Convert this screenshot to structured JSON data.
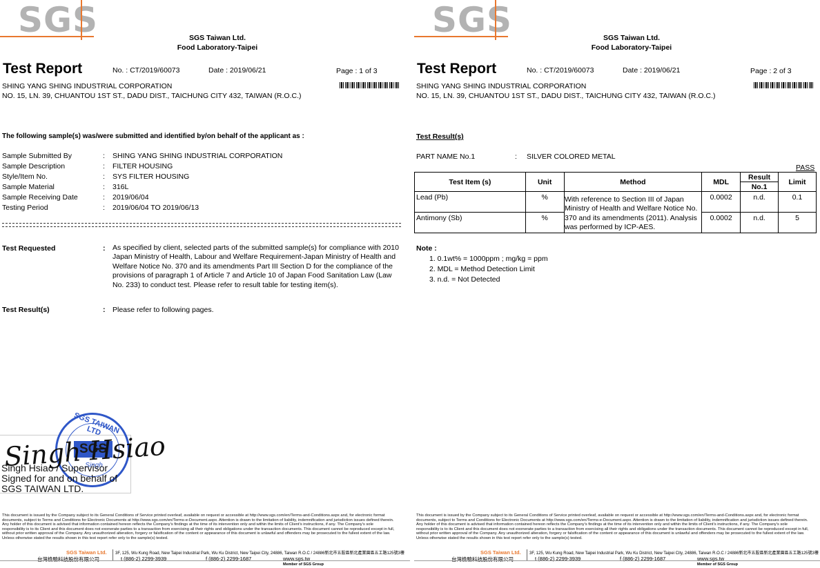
{
  "pages": [
    {
      "company": "SGS Taiwan Ltd.",
      "lab": "Food Laboratory-Taipei",
      "title": "Test Report",
      "report_no": "No. : CT/2019/60073",
      "date": "Date : 2019/06/21",
      "page": "Page : 1 of 3",
      "client": "SHING YANG SHING INDUSTRIAL CORPORATION",
      "address": "NO. 15, LN. 39, CHUANTOU 1ST ST., DADU DIST., TAICHUNG CITY 432, TAIWAN (R.O.C.)",
      "logo": "SGS"
    },
    {
      "company": "SGS Taiwan Ltd.",
      "lab": "Food Laboratory-Taipei",
      "title": "Test Report",
      "report_no": "No. : CT/2019/60073",
      "date": "Date : 2019/06/21",
      "page": "Page : 2 of 3",
      "client": "SHING YANG SHING INDUSTRIAL CORPORATION",
      "address": "NO. 15, LN. 39, CHUANTOU 1ST ST., DADU DIST., TAICHUNG CITY 432, TAIWAN (R.O.C.)",
      "logo": "SGS"
    }
  ],
  "page1": {
    "intro": "The following sample(s) was/were submitted and identified by/on behalf of the applicant as :",
    "info": [
      {
        "label": "Sample Submitted By",
        "value": "SHING YANG SHING INDUSTRIAL CORPORATION"
      },
      {
        "label": "Sample Description",
        "value": "FILTER HOUSING"
      },
      {
        "label": "Style/Item No.",
        "value": "SYS FILTER HOUSING"
      },
      {
        "label": "Sample Material",
        "value": "316L"
      },
      {
        "label": "Sample Receiving Date",
        "value": "2019/06/04"
      },
      {
        "label": "Testing Period",
        "value": "2019/06/04 TO 2019/06/13"
      }
    ],
    "colon": ":",
    "equals": "==================================================================================================",
    "test_requested_label": "Test Requested",
    "test_requested_text": "As specified by client, selected parts of the submitted sample(s) for compliance with 2010 Japan Ministry of Health, Labour and Welfare Requirement-Japan Ministry of Health and Welfare Notice No. 370 and its amendments Part III Section D for the compliance of the provisions of paragraph 1 of Article 7 and Article 10 of Japan Food Sanitation Law (Law No. 233) to conduct test. Please refer to result table for testing item(s).",
    "test_result_label": "Test Result(s)",
    "test_result_text": "Please refer to following pages.",
    "signature": {
      "scrawl": "Singh Hsiao",
      "line1": "Singh Hsiao / Supervisor",
      "line2": "Signed for and on behalf of",
      "line3": "SGS TAIWAN LTD.",
      "stamp_top": "SGS TAIWAN LTD",
      "stamp_center": "SGS",
      "stamp_sub": "Singh"
    }
  },
  "page2": {
    "title": "Test Result(s)",
    "part_label": "PART NAME No.1",
    "part_value": "SILVER COLORED METAL",
    "pass": "PASS",
    "headers": {
      "item": "Test Item (s)",
      "unit": "Unit",
      "method": "Method",
      "mdl": "MDL",
      "result": "Result",
      "result_no": "No.1",
      "limit": "Limit"
    },
    "method_text": "With reference to Section III of Japan Ministry of Health and Welfare Notice No. 370 and its amendments (2011). Analysis was performed by ICP-AES.",
    "rows": [
      {
        "item": "Lead (Pb)",
        "unit": "%",
        "mdl": "0.0002",
        "result": "n.d.",
        "limit": "0.1"
      },
      {
        "item": "Antimony (Sb)",
        "unit": "%",
        "mdl": "0.0002",
        "result": "n.d.",
        "limit": "5"
      }
    ],
    "note_title": "Note :",
    "notes": [
      "1. 0.1wt% = 1000ppm ; mg/kg = ppm",
      "2. MDL = Method Detection Limit",
      "3. n.d. = Not Detected"
    ]
  },
  "footer": {
    "disclaimer": "This document is issued by the Company subject to its General Conditions of Service printed overleaf, available on request or accessible at http://www.sgs.com/en/Terms-and-Conditions.aspx and, for electronic format documents, subject to Terms and Conditions for Electronic Documents at http://www.sgs.com/en/Terms-e-Document.aspx. Attention is drawn to the limitation of liability, indemnification and jurisdiction issues defined therein. Any holder of this document is advised that information contained hereon reflects the Company's findings at the time of its intervention only and within the limits of Client's instructions, if any. The Company's sole responsibility is to its Client and this document does not exonerate parties to a transaction from exercising all their rights and obligations under the transaction documents. This document cannot be reproduced except in full, without prior written approval of the Company. Any unauthorized alteration, forgery or falsification of the content or appearance of this document is unlawful and offenders may be prosecuted to the fullest extent of the law. Unless otherwise stated the results shown in this test report refer only to the sample(s) tested.",
    "brand": "SGS Taiwan Ltd.",
    "brand_zh": "台灣檢驗科技股份有限公司",
    "address": "3F, 125, Wu Kung Road, New Taipei Industrial Park, Wu Ku District, New Taipei City, 24886, Taiwan R.O.C / 24886新北市五股區新北產業園區五工路125號3樓",
    "tel": "t (886-2) 2299-3939",
    "fax": "f (886-2) 2299-1687",
    "www": "www.sgs.tw",
    "member": "Member of SGS Group"
  },
  "colors": {
    "accent": "#e8772e",
    "logo_gray": "#b3b3b3",
    "stamp_blue": "#2f57c8"
  }
}
